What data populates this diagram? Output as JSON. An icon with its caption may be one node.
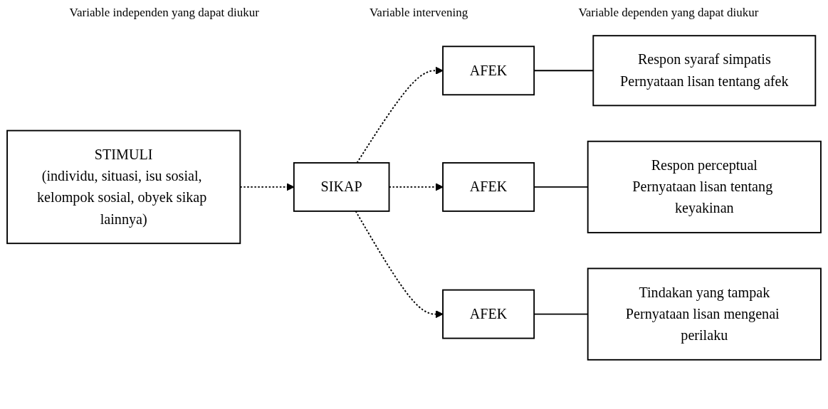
{
  "diagram": {
    "nodes": [
      {
        "text": [
          "STIMULI",
          "(individu, situasi, isu sosial, kelompok sosial, obyek sikap lainnya)"
        ]
      },
      {
        "text": [
          "SIKAP"
        ]
      },
      {
        "text": [
          "AFEK"
        ]
      },
      {
        "text": [
          "AFEK"
        ]
      },
      {
        "text": [
          "AFEK"
        ]
      },
      {
        "text": [
          "Respon syaraf simpatis",
          "Pernyataan lisan tentang afek"
        ]
      },
      {
        "text": [
          "Respon perceptual",
          "Pernyataan lisan tentang keyakinan"
        ]
      },
      {
        "text": [
          "Tindakan yang tampak",
          "Pernyataan lisan mengenai perilaku"
        ]
      }
    ],
    "edges": [
      {
        "from": 0,
        "to": 1,
        "arrow": "to",
        "style": "dashed"
      },
      {
        "from": 1,
        "to": 2,
        "arrow": "to",
        "style": "dashed"
      },
      {
        "from": 1,
        "to": 3,
        "arrow": "to",
        "style": "dashed"
      },
      {
        "from": 1,
        "to": 4,
        "arrow": "to",
        "style": "dashed"
      },
      {
        "from": 2,
        "to": 5,
        "arrow": "none"
      },
      {
        "from": 3,
        "to": 6,
        "arrow": "none"
      },
      {
        "from": 4,
        "to": 7,
        "arrow": "none"
      }
    ],
    "labels": [
      "Variable independen yang dapat diukur",
      "Variable intervening",
      "Variable dependen yang dapat diukur"
    ]
  }
}
